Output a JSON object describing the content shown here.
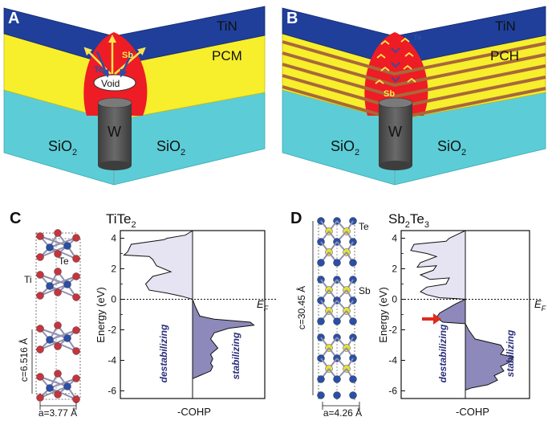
{
  "panels": {
    "A": {
      "letter": "A",
      "labels": {
        "tin": "TiN",
        "pcm": "PCM",
        "te": "Te",
        "sb": "Sb",
        "void": "Void",
        "w": "W",
        "sio2": "SiO",
        "sub2": "2"
      }
    },
    "B": {
      "letter": "B",
      "labels": {
        "tin": "TiN",
        "pch": "PCH",
        "te": "Te",
        "sb": "Sb",
        "w": "W",
        "sio2": "SiO",
        "sub2": "2"
      }
    },
    "C": {
      "letter": "C",
      "compound": "TiTe",
      "compound_sub": "2",
      "atom_labels": {
        "te": "Te",
        "ti": "Ti"
      },
      "c_label": "c=6.516 Å",
      "a_label": "a=3.77 Å",
      "ylabel": "Energy (eV)",
      "xlabel": "-COHP",
      "ef": "E",
      "ef_sub": "F",
      "destab": "destabilizing",
      "stab": "stabilizing",
      "yticks": [
        "4",
        "2",
        "0",
        "-2",
        "-4",
        "-6"
      ]
    },
    "D": {
      "letter": "D",
      "compound": "Sb",
      "compound_sub1": "2",
      "compound_mid": "Te",
      "compound_sub2": "3",
      "atom_labels": {
        "te": "Te",
        "sb": "Sb"
      },
      "c_label": "c=30.45 Å",
      "a_label": "a=4.26 Å",
      "ylabel": "Energy (eV)",
      "xlabel": "-COHP",
      "ef": "E",
      "ef_sub": "F",
      "destab": "destabilizing",
      "stab": "stabilizing",
      "yticks": [
        "4",
        "2",
        "0",
        "-2",
        "-4",
        "-6"
      ]
    }
  },
  "colors": {
    "tin": "#1f3f9a",
    "pcm": "#f7ee2c",
    "oxide": "#5ccdd7",
    "hotspot": "#ee1c24",
    "w": "#555555",
    "layer": "#a8683a",
    "te_atom": "#2a4fa6",
    "sb_atom": "#e6e03a",
    "ti_atom": "#c8343c",
    "fill_destab": "#e6e4f2",
    "fill_stab": "#8d89ba",
    "arrow": "#ffe44d"
  },
  "chart_data": [
    {
      "type": "area",
      "panel": "C",
      "title": "TiTe2",
      "xlabel": "-COHP",
      "ylabel": "Energy (eV)",
      "ylim": [
        -6.5,
        4.5
      ],
      "xlim": [
        -1,
        1
      ],
      "series": [
        {
          "points": [
            [
              0.0,
              4.5
            ],
            [
              -0.1,
              4.2
            ],
            [
              -0.35,
              4.0
            ],
            [
              -0.4,
              3.9
            ],
            [
              -0.85,
              3.6
            ],
            [
              -0.9,
              3.1
            ],
            [
              -0.95,
              2.9
            ],
            [
              -0.6,
              2.8
            ],
            [
              -0.55,
              2.6
            ],
            [
              -0.5,
              2.2
            ],
            [
              -0.3,
              1.8
            ],
            [
              -0.55,
              1.5
            ],
            [
              -0.65,
              1.0
            ],
            [
              -0.6,
              0.6
            ],
            [
              -0.35,
              0.4
            ],
            [
              -0.15,
              0.2
            ],
            [
              0.0,
              0.0
            ],
            [
              0.04,
              -0.5
            ],
            [
              0.1,
              -1.1
            ],
            [
              0.3,
              -1.3
            ],
            [
              0.8,
              -1.5
            ],
            [
              0.85,
              -1.7
            ],
            [
              0.5,
              -1.9
            ],
            [
              0.3,
              -2.2
            ],
            [
              0.25,
              -2.6
            ],
            [
              0.3,
              -2.9
            ],
            [
              0.35,
              -3.2
            ],
            [
              0.25,
              -3.6
            ],
            [
              0.28,
              -3.9
            ],
            [
              0.25,
              -4.2
            ],
            [
              0.28,
              -4.4
            ],
            [
              0.25,
              -4.7
            ],
            [
              0.1,
              -5.0
            ],
            [
              0.0,
              -5.2
            ]
          ]
        }
      ]
    },
    {
      "type": "area",
      "panel": "D",
      "title": "Sb2Te3",
      "xlabel": "-COHP",
      "ylabel": "Energy (eV)",
      "ylim": [
        -6.5,
        4.5
      ],
      "xlim": [
        -1,
        1
      ],
      "series": [
        {
          "points": [
            [
              0.0,
              4.5
            ],
            [
              -0.1,
              4.3
            ],
            [
              -0.25,
              4.0
            ],
            [
              -0.3,
              3.8
            ],
            [
              -0.8,
              3.6
            ],
            [
              -0.85,
              3.2
            ],
            [
              -0.6,
              3.0
            ],
            [
              -0.45,
              2.8
            ],
            [
              -0.7,
              2.4
            ],
            [
              -0.75,
              2.1
            ],
            [
              -0.45,
              2.2
            ],
            [
              -0.5,
              1.9
            ],
            [
              -0.7,
              1.6
            ],
            [
              -0.55,
              1.3
            ],
            [
              -0.25,
              1.4
            ],
            [
              -0.3,
              1.0
            ],
            [
              -0.6,
              0.8
            ],
            [
              -0.7,
              0.5
            ],
            [
              -0.6,
              0.3
            ],
            [
              -0.4,
              0.1
            ],
            [
              -0.15,
              0.05
            ],
            [
              0.0,
              0.0
            ],
            [
              -0.15,
              -0.3
            ],
            [
              -0.4,
              -0.9
            ],
            [
              -0.45,
              -1.2
            ],
            [
              -0.35,
              -1.5
            ],
            [
              0.0,
              -1.6
            ],
            [
              0.05,
              -2.0
            ],
            [
              0.15,
              -2.6
            ],
            [
              0.55,
              -3.0
            ],
            [
              0.6,
              -3.3
            ],
            [
              0.55,
              -3.6
            ],
            [
              0.75,
              -3.8
            ],
            [
              0.7,
              -4.1
            ],
            [
              0.55,
              -4.4
            ],
            [
              0.6,
              -4.7
            ],
            [
              0.45,
              -5.0
            ],
            [
              0.5,
              -5.3
            ],
            [
              0.35,
              -5.6
            ],
            [
              0.1,
              -5.8
            ],
            [
              0.0,
              -5.95
            ]
          ]
        }
      ]
    }
  ]
}
